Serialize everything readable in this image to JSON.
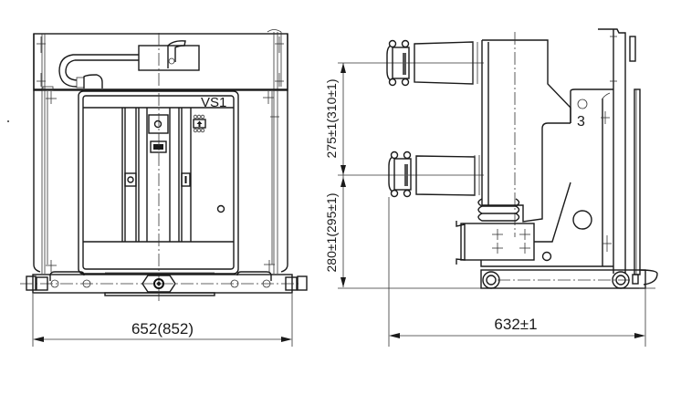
{
  "drawing": {
    "type": "technical drawing",
    "subject": "VS1 withdrawable vacuum circuit breaker outline dimensions",
    "front_view": {
      "nameplate_label": "VS1",
      "width_dimension": "652(852)"
    },
    "side_view": {
      "upper_dimension": "275±1(310±1)",
      "lower_dimension": "280±1(295±1)",
      "depth_dimension": "632±1",
      "callout_number": "3"
    },
    "colors": {
      "line": "#1a1a1a",
      "background": "#ffffff"
    }
  }
}
